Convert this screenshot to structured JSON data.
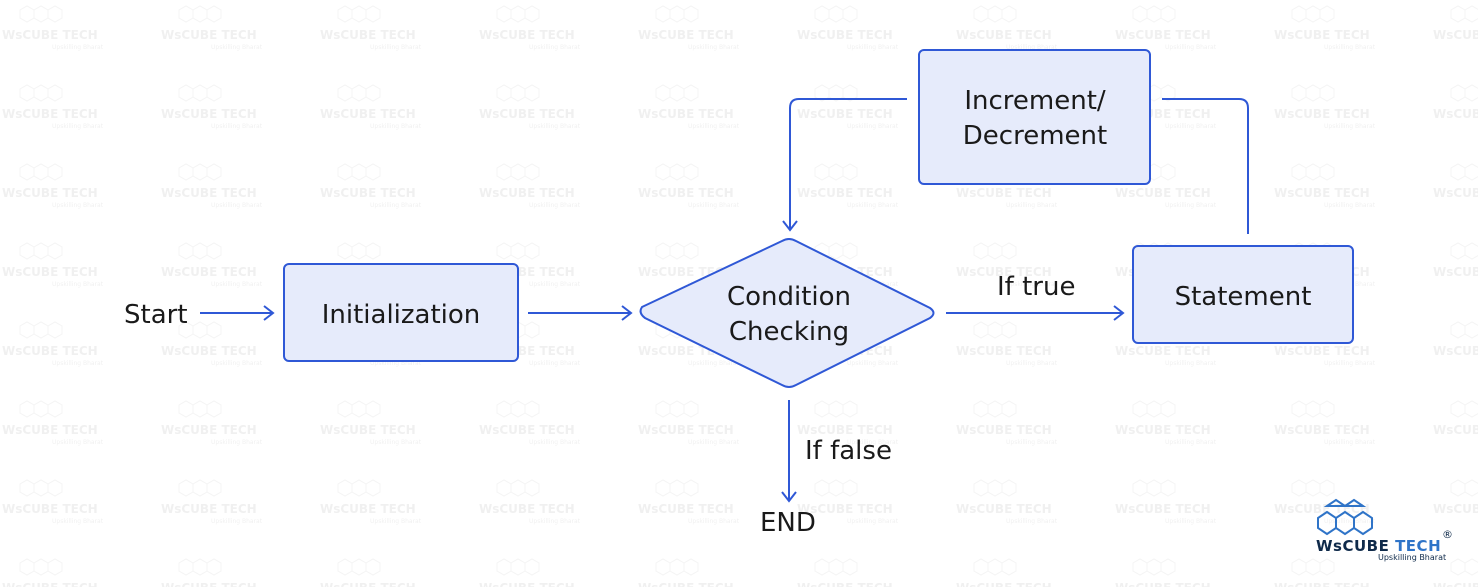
{
  "diagram": {
    "nodes": {
      "initialization": "Initialization",
      "condition_line1": "Condition",
      "condition_line2": "Checking",
      "increment_line1": "Increment/",
      "increment_line2": "Decrement",
      "statement": "Statement"
    },
    "labels": {
      "start": "Start",
      "if_true": "If true",
      "if_false": "If false",
      "end": "END"
    }
  },
  "logo": {
    "name": "WsCube Tech",
    "tagline": "Upskilling Bharat",
    "registered_mark": "®"
  },
  "watermark": {
    "name": "WsCube Tech",
    "tagline": "Upskilling Bharat"
  },
  "colors": {
    "accent": "#2f58d6",
    "box_fill": "#e6ebfb",
    "text": "#1a1a1a",
    "logo_blue": "#2f74c8",
    "logo_dark": "#0f2a4a"
  }
}
